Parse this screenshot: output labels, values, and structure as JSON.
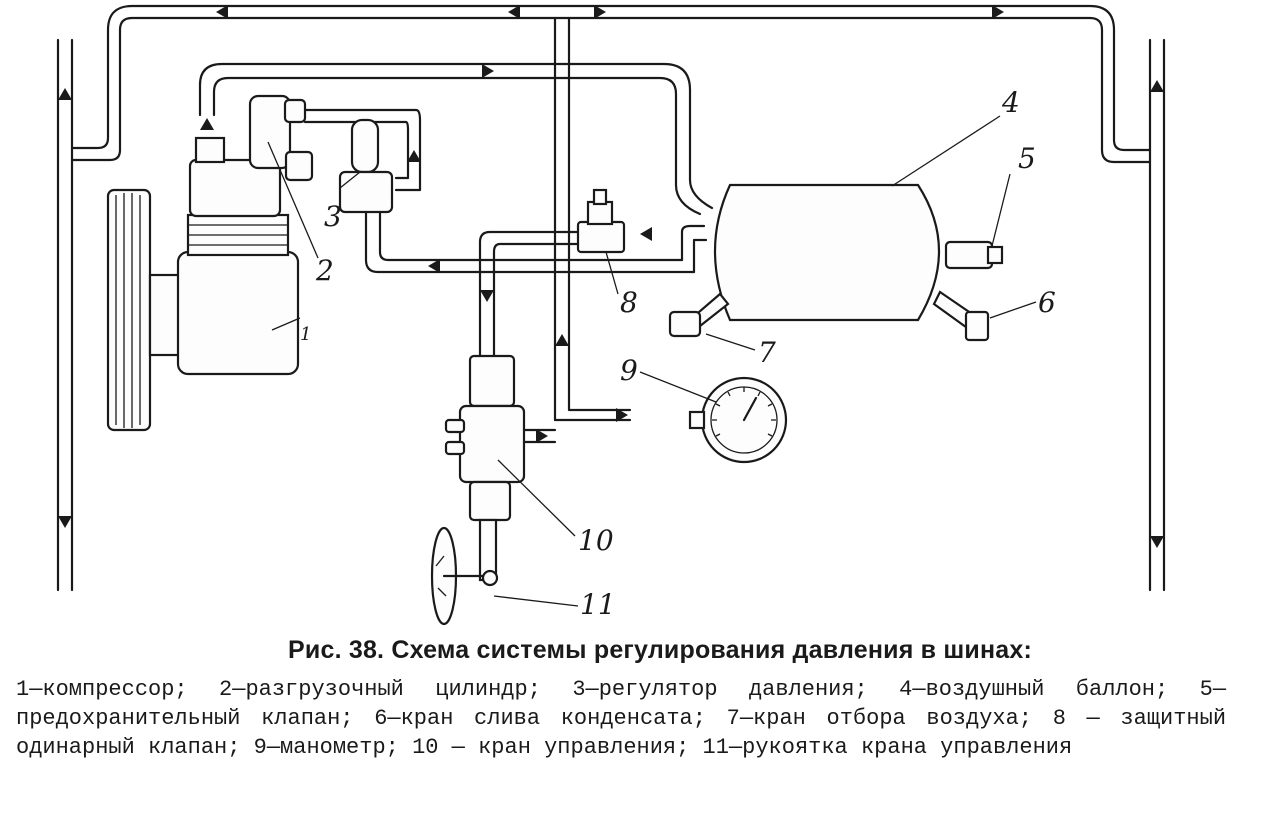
{
  "diagram": {
    "labels": [
      {
        "id": "1",
        "text": "1"
      },
      {
        "id": "2",
        "text": "2"
      },
      {
        "id": "3",
        "text": "3"
      },
      {
        "id": "4",
        "text": "4"
      },
      {
        "id": "5",
        "text": "5"
      },
      {
        "id": "6",
        "text": "6"
      },
      {
        "id": "7",
        "text": "7"
      },
      {
        "id": "8",
        "text": "8"
      },
      {
        "id": "9",
        "text": "9"
      },
      {
        "id": "10",
        "text": "10"
      },
      {
        "id": "11",
        "text": "11"
      }
    ]
  },
  "caption": {
    "title": "Рис. 38. Схема системы регулирования давления в шинах:",
    "legend": [
      {
        "text": "1—компрессор;"
      },
      {
        "text": "2—разгрузочный цилиндр;"
      },
      {
        "text": "3—регулятор давления;"
      },
      {
        "text": "4—воздушный баллон;"
      },
      {
        "text": "5—предохранительный клапан;"
      },
      {
        "text": "6—кран слива конденсата;"
      },
      {
        "text": "7—кран отбора воздуха;"
      },
      {
        "text": "8 — защитный одинарный клапан;"
      },
      {
        "text": "9—манометр;"
      },
      {
        "text": "10 — кран управления;"
      },
      {
        "text": "11—рукоятка крана управления"
      }
    ]
  }
}
